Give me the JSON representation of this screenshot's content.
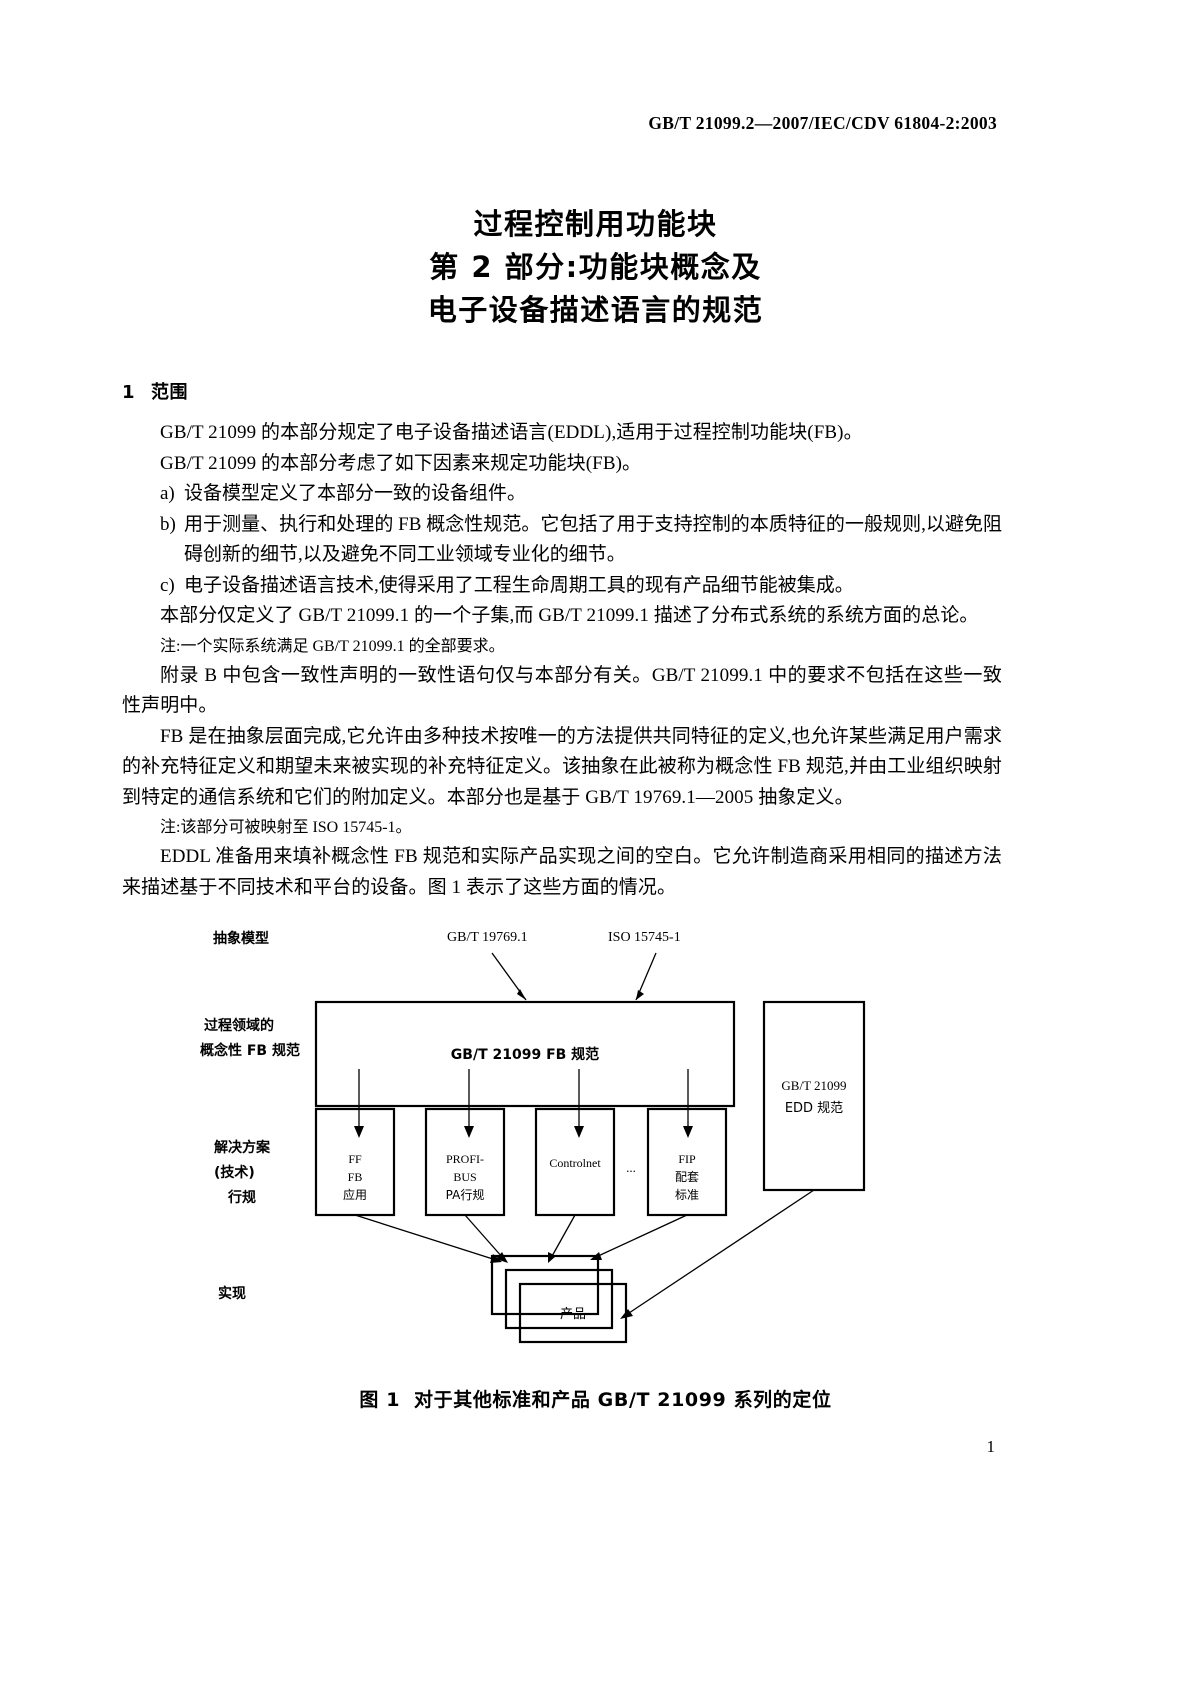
{
  "header": {
    "standard_ref": "GB/T 21099.2—2007/IEC/CDV 61804-2:2003"
  },
  "title": {
    "line1": "过程控制用功能块",
    "line2": "第 2 部分:功能块概念及",
    "line3": "电子设备描述语言的规范"
  },
  "section": {
    "number": "1",
    "heading": "范围"
  },
  "paragraphs": {
    "p1": "GB/T 21099 的本部分规定了电子设备描述语言(EDDL),适用于过程控制功能块(FB)。",
    "p2": "GB/T 21099 的本部分考虑了如下因素来规定功能块(FB)。",
    "items": [
      {
        "marker": "a)",
        "text": "设备模型定义了本部分一致的设备组件。"
      },
      {
        "marker": "b)",
        "text": "用于测量、执行和处理的 FB 概念性规范。它包括了用于支持控制的本质特征的一般规则,以避免阻碍创新的细节,以及避免不同工业领域专业化的细节。"
      },
      {
        "marker": "c)",
        "text": "电子设备描述语言技术,使得采用了工程生命周期工具的现有产品细节能被集成。"
      }
    ],
    "p3": "本部分仅定义了 GB/T 21099.1 的一个子集,而 GB/T 21099.1 描述了分布式系统的系统方面的总论。",
    "note1": "注:一个实际系统满足 GB/T 21099.1 的全部要求。",
    "p4": "附录 B 中包含一致性声明的一致性语句仅与本部分有关。GB/T 21099.1 中的要求不包括在这些一致性声明中。",
    "p5": "FB 是在抽象层面完成,它允许由多种技术按唯一的方法提供共同特征的定义,也允许某些满足用户需求的补充特征定义和期望未来被实现的补充特征定义。该抽象在此被称为概念性 FB 规范,并由工业组织映射到特定的通信系统和它们的附加定义。本部分也是基于 GB/T 19769.1—2005 抽象定义。",
    "note2": "注:该部分可被映射至 ISO 15745-1。",
    "p6": "EDDL 准备用来填补概念性 FB 规范和实际产品实现之间的空白。它允许制造商采用相同的描述方法来描述基于不同技术和平台的设备。图 1 表示了这些方面的情况。"
  },
  "figure": {
    "row_labels": {
      "abstract_model": "抽象模型",
      "process_domain_l1": "过程领域的",
      "process_domain_l2": "概念性 FB 规范",
      "solution_l1": "解决方案",
      "solution_l2": "(技术)",
      "solution_l3": "行规",
      "implementation": "实现"
    },
    "callouts": {
      "left": "GB/T 19769.1",
      "right": "ISO 15745-1"
    },
    "main_box": "GB/T 21099 FB 规范",
    "edd_box_l1": "GB/T 21099",
    "edd_box_l2": "EDD 规范",
    "profiles": [
      {
        "lines": [
          "FF",
          "FB",
          "应用"
        ]
      },
      {
        "lines": [
          "PROFI-",
          "BUS",
          "PA行规"
        ]
      },
      {
        "lines": [
          "Controlnet"
        ]
      },
      {
        "lines": [
          "FIP",
          "配套",
          "标准"
        ]
      }
    ],
    "ellipsis": "...",
    "product_box": "产品",
    "caption_number": "图 1",
    "caption_text": "对于其他标准和产品 GB/T 21099 系列的定位"
  },
  "footer": {
    "page_number": "1"
  }
}
